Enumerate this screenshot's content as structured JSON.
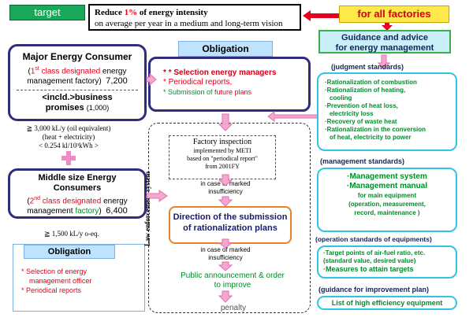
{
  "top": {
    "target_tab": "target",
    "target_line1_pre": "Reduce ",
    "target_line1_emph": "1%",
    "target_line1_post": " of energy intensity",
    "target_line2": "on average per year in a medium and long-term vision",
    "factories": "for all factories"
  },
  "major": {
    "title": "Major Energy Consumer",
    "class_num": "1",
    "class_sup": "st",
    "class_rest": " class designated",
    "class_tail": " energy",
    "factory": "management factory)",
    "count": "7,200",
    "incl": "<incld.>business",
    "promises": "promises",
    "promises_count": "(1,000)",
    "threshold1": "≧ 3,000 kL/y (oil equivalent)",
    "threshold2": "(heat + electricity)",
    "threshold3": "< 0.254 kl/10³kWh >"
  },
  "middle": {
    "title1": "Middle size Energy",
    "title2": "Consumers",
    "class_num": "2",
    "class_sup": "nd",
    "class_rest": " class designated",
    "class_tail": " energy",
    "factory_pre": "management ",
    "factory": "factory",
    "count": "6,400",
    "threshold": "≧ 1,500 kL/y   o-eq."
  },
  "obligation_left": {
    "heading": "Obligation",
    "item1a": "* Selection of energy",
    "item1b": "management officer",
    "item2": "* Periodical reports"
  },
  "obligation_mid": {
    "heading": "Obligation",
    "item1": "* Selection energy managers",
    "item2": "* Periodical reports,",
    "item3_pre": "* Submission of ",
    "item3_post": "future plans"
  },
  "law": {
    "side_label": "Law enforcement system",
    "inspection1": "Factory inspection",
    "inspection2": "implemented by METI",
    "inspection3": "based on \"periodical report\"",
    "inspection4": "from 2001FY",
    "insufficiency1a": "in case of marked",
    "insufficiency1b": "insufficiency",
    "direction1": "Direction of the submission",
    "direction2": "of rationalization plans",
    "insufficiency2a": "in case of marked",
    "insufficiency2b": "insufficiency",
    "public1": "Public announcement & order",
    "public2": "to improve",
    "penalty": "penalty"
  },
  "guidance": {
    "head1": "Guidance and advice",
    "head2": "for energy management",
    "judgment_label": "(judgment standards)",
    "judgment_items": [
      "·Rationalization of combustion",
      "·Rationalization of heating,",
      "cooling",
      "·Prevention of heat loss,",
      "electricity loss",
      "·Recovery of waste heat",
      "·Rationalization in the conversion",
      "of heat, electricity to power"
    ],
    "management_label": "(management standards)",
    "management_items": [
      "·Management system",
      "·Management manual",
      "for main equipment",
      "(operation, measurement,",
      "record, maintenance )"
    ],
    "operation_label": "(operation standards of equipments)",
    "operation_items": [
      "·Target points of air-fuel ratio, etc.",
      "(standard value, desired value)",
      "·Measures to attain targets"
    ],
    "improvement_label": "(guidance for improvement plan)",
    "improvement_item": "List of high efficiency equipment"
  },
  "colors": {
    "target_green": "#19a85a",
    "highlight_red": "#e8001c",
    "navy": "#2e2e7a",
    "cyan": "#2ec6e6",
    "yellow": "#ffe84a",
    "pink": "#f4a8d0"
  }
}
